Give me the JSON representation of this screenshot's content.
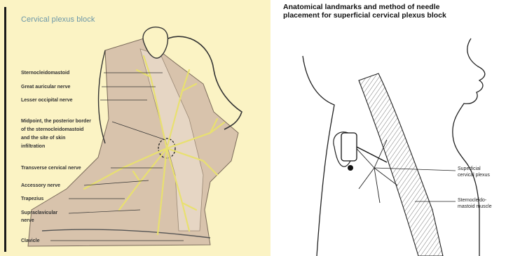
{
  "left": {
    "title": "Cervical plexus block",
    "labels": {
      "sternocleidomastoid": "Sternocleidomastoid",
      "great_auricular": "Great auricular nerve",
      "lesser_occipital": "Lesser occipital nerve",
      "midpoint_1": "Midpoint, the posterior border",
      "midpoint_2": "of the sternocleidomastoid",
      "midpoint_3": "and the site of skin",
      "midpoint_4": "infiltration",
      "transverse_cervical": "Transverse cervical nerve",
      "accessory": "Accessory nerve",
      "trapezius": "Trapezius",
      "supraclavicular_1": "Supraclavicular",
      "supraclavicular_2": "nerve",
      "clavicle": "Clavicle"
    }
  },
  "right": {
    "title_line1": "Anatomical landmarks and method of needle",
    "title_line2": "placement for superficial cervical plexus block",
    "superficial_1": "Superficial",
    "superficial_2": "cervical plexus",
    "scm_1": "Sternocleido-",
    "scm_2": "mastoid muscle"
  },
  "colors": {
    "left_background": "#fbf3c4",
    "skin": "#d8c3ac",
    "nerve": "#e8e070",
    "title_blue": "#6a96a8"
  }
}
